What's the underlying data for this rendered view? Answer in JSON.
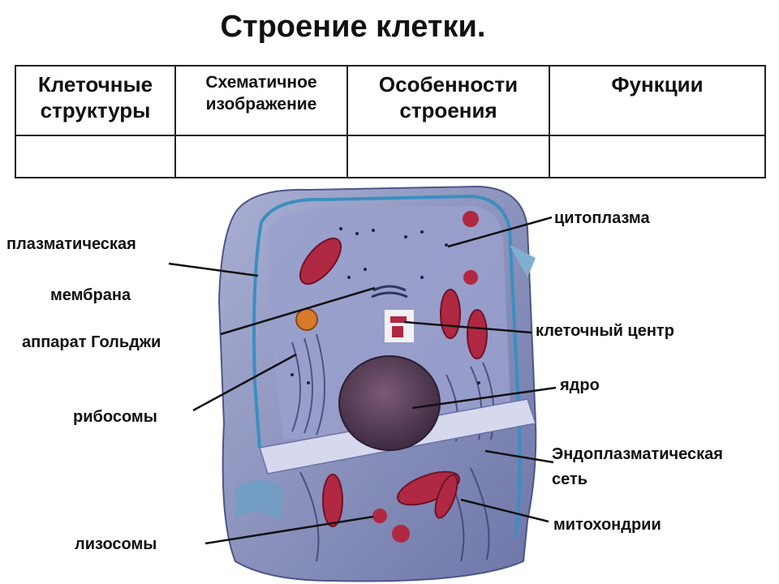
{
  "title": "Строение клетки.",
  "table": {
    "headers": [
      [
        "Клеточные",
        "структуры"
      ],
      [
        "Схематичное",
        "изображение"
      ],
      [
        "Особенности",
        "строения"
      ],
      [
        "Функции"
      ]
    ],
    "row": [
      "",
      "",
      "",
      ""
    ]
  },
  "labels": {
    "membrane_1": "плазматическая",
    "membrane_2": "мембрана",
    "golgi": "аппарат Гольджи",
    "ribosomes": "рибосомы",
    "lysosomes": "лизосомы",
    "cytoplasm": "цитоплазма",
    "centrosome": "клеточный центр",
    "nucleus": "ядро",
    "er_1": "Эндоплазматическая",
    "er_2": "сеть",
    "mitochondria": "митохондрии"
  },
  "colors": {
    "cell_body": "#8a93bf",
    "cell_membrane": "#3a8fc0",
    "mitochondria": "#b02842",
    "nucleus": "#5a3f5c"
  }
}
